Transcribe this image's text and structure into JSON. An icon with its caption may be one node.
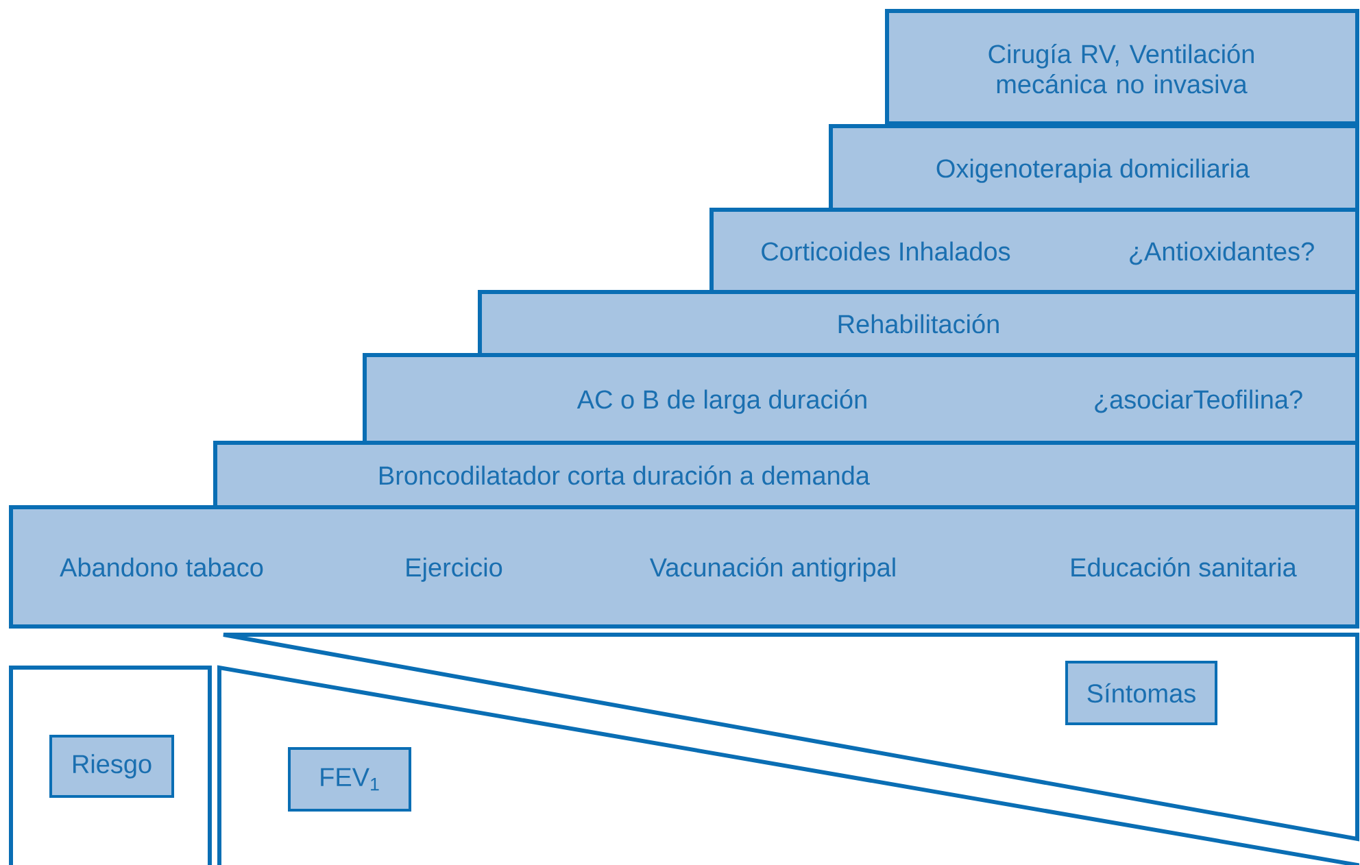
{
  "diagram": {
    "nodes": [
      {
        "text": [
          "Cirugía RV, Ventilación mecánica no invasiva"
        ]
      },
      {
        "text": [
          "Oxigenoterapia domiciliaria"
        ]
      },
      {
        "text": [
          "Corticoides Inhalados",
          "¿Antioxidantes?"
        ]
      },
      {
        "text": [
          "Rehabilitación"
        ]
      },
      {
        "text": [
          "AC o B de larga duración",
          "¿asociarTeofilina?"
        ]
      },
      {
        "text": [
          "Broncodilatador corta duración a demanda"
        ]
      },
      {
        "text": [
          "Abandono tabaco",
          "Ejercicio",
          "Vacunación antigripal",
          "Educación sanitaria"
        ]
      },
      {
        "text": [],
        "shape": "box"
      },
      {
        "text": [
          "Riesgo"
        ],
        "in": 7
      },
      {
        "text": [],
        "shape": "triangle"
      },
      {
        "text": [
          "FEV$_{1}$"
        ],
        "in": 9
      },
      {
        "text": [],
        "shape": "triangle"
      },
      {
        "text": [
          "Síntomas"
        ],
        "in": 11
      }
    ]
  }
}
